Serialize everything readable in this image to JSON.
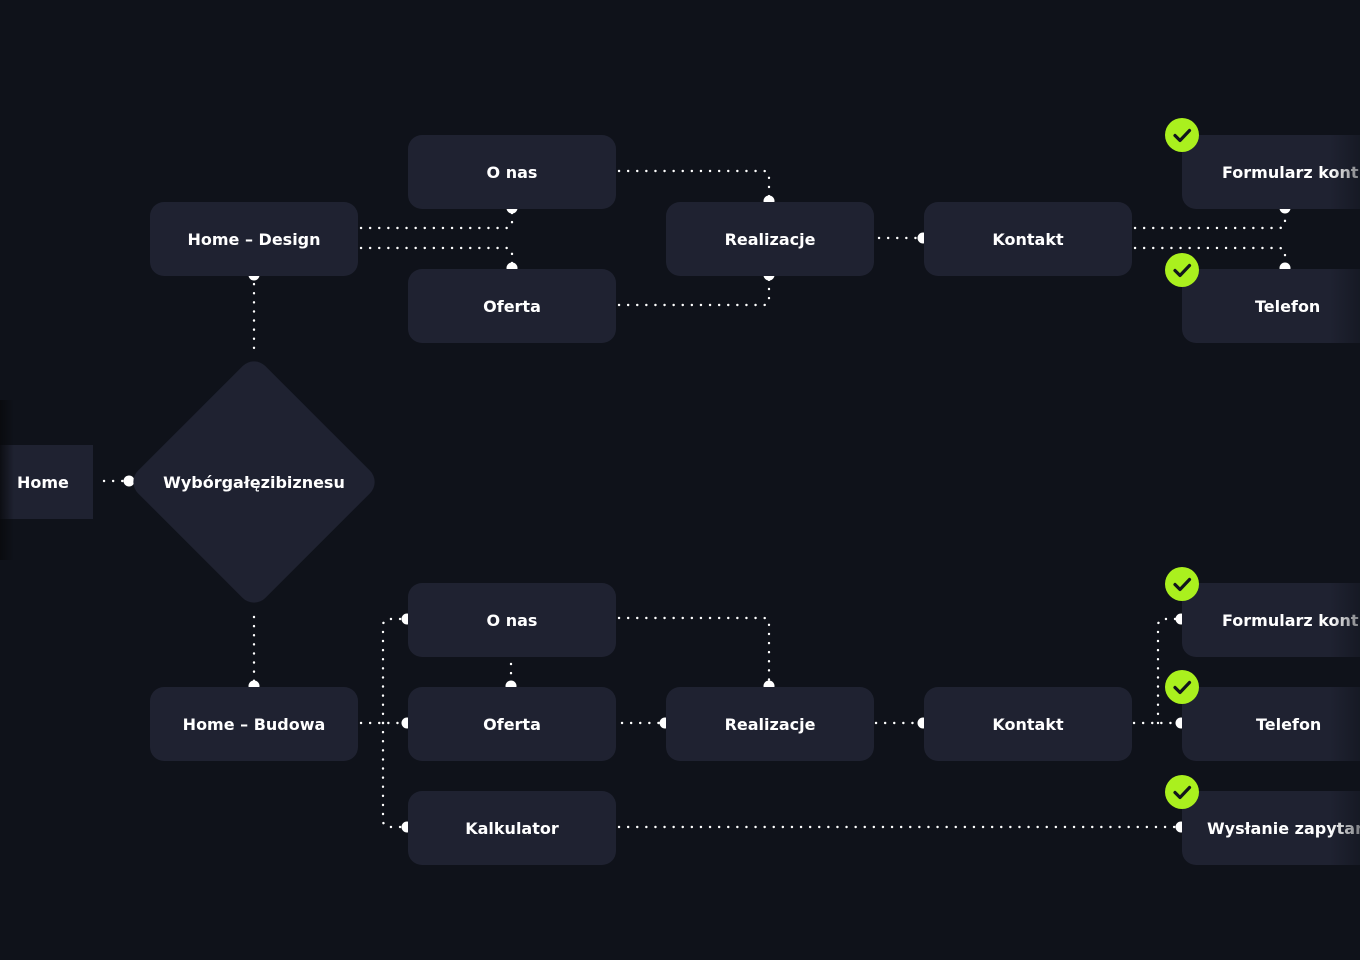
{
  "colors": {
    "background": "#0f121a",
    "node": "#1f2231",
    "text": "#ffffff",
    "connector": "#ffffff",
    "check": "#aaf01e"
  },
  "nodes": {
    "home": "Home",
    "decision": "Wybór gałęzi biznesu",
    "design": {
      "home": "Home – Design",
      "o_nas": "O nas",
      "oferta": "Oferta",
      "realizacje": "Realizacje",
      "kontakt": "Kontakt",
      "formularz": "Formularz kont.",
      "telefon": "Telefon"
    },
    "budowa": {
      "home": "Home – Budowa",
      "o_nas": "O nas",
      "oferta": "Oferta",
      "kalkulator": "Kalkulator",
      "realizacje": "Realizacje",
      "kontakt": "Kontakt",
      "formularz": "Formularz kont.",
      "telefon": "Telefon",
      "wyslanie": "Wysłanie zapytania"
    }
  },
  "icons": {
    "check": "check-circle-icon",
    "connector_dot": "connector-dot"
  }
}
